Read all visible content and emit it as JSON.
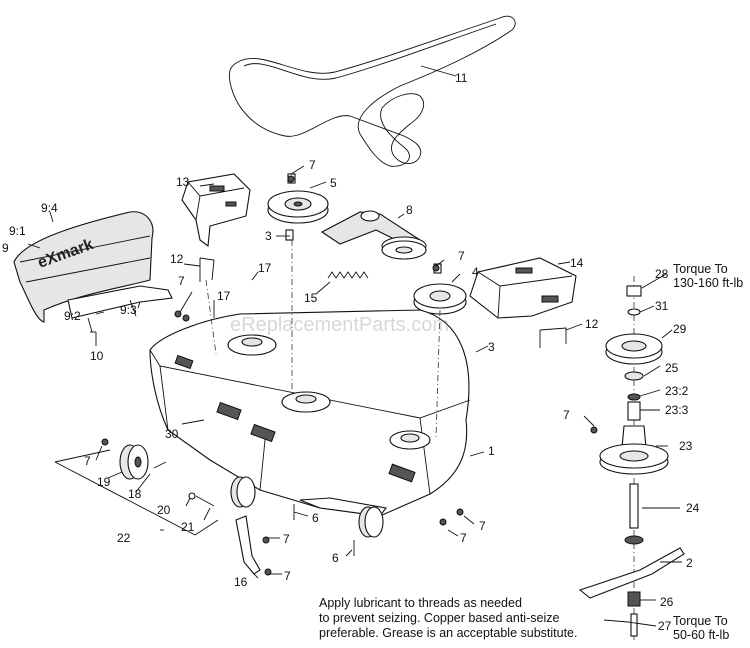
{
  "watermark": "eReplacementParts.com",
  "callouts": {
    "c11": "11",
    "c7a": "7",
    "c5": "5",
    "c13": "13",
    "c8": "8",
    "c3a": "3",
    "c9_4": "9:4",
    "c9_1": "9:1",
    "c9": "9",
    "c12a": "12",
    "c17a": "17",
    "c7b": "7",
    "c17b": "17",
    "c7c": "7",
    "c4": "4",
    "c14": "14",
    "c15": "15",
    "c28": "28",
    "c31": "31",
    "c29": "29",
    "c12b": "12",
    "c3b": "3",
    "c9_2": "9:2",
    "c9_3": "9:3",
    "c10": "10",
    "c25": "25",
    "c23_2": "23:2",
    "c23_3": "23:3",
    "c30": "30",
    "c7d": "7",
    "c1": "1",
    "c23": "23",
    "c7e": "7",
    "c19": "19",
    "c18": "18",
    "c20": "20",
    "c21": "21",
    "c24": "24",
    "c6a": "6",
    "c7f": "7",
    "c7g": "7",
    "c22": "22",
    "c7h": "7",
    "c2": "2",
    "c16": "16",
    "c7i": "7",
    "c6b": "6",
    "c26": "26",
    "c27": "27"
  },
  "torque_top": {
    "line1": "Torque To",
    "line2": "130-160 ft-lb"
  },
  "torque_bottom": {
    "line1": "Torque To",
    "line2": "50-60 ft-lb"
  },
  "note": {
    "line1": "Apply lubricant to threads as needed",
    "line2": "to prevent seizing. Copper based anti-seize",
    "line3": "preferable. Grease is an acceptable substitute."
  }
}
